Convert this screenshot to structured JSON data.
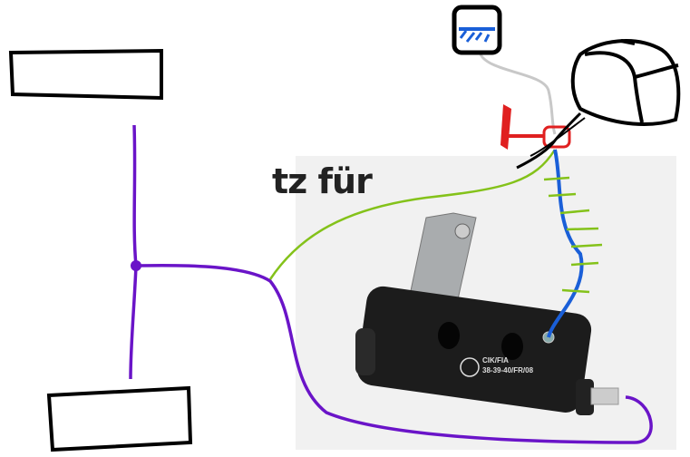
{
  "photo": {
    "heading_fragment": "tz für",
    "engraving_line1": "CIK/FIA",
    "engraving_line2": "38-39-40/FR/08"
  },
  "colors": {
    "purple_wire": "#6a14c8",
    "green_wire": "#84c21a",
    "blue_wire": "#1a5fd8",
    "gray_wire": "#c8c8c8",
    "red_switch": "#e02020",
    "outline": "#000000"
  }
}
